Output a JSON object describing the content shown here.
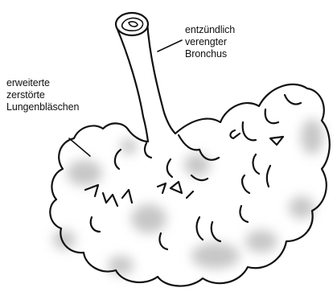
{
  "labels": {
    "bronchus": {
      "lines": [
        "entzündlich",
        "verengter",
        "Bronchus"
      ]
    },
    "alveoli": {
      "lines": [
        "erweiterte",
        "zerstörte",
        "Lungenbläschen"
      ]
    }
  },
  "colors": {
    "outline": "#111111",
    "shading": "#bdbdbd",
    "text": "#111111",
    "background": "#ffffff"
  }
}
